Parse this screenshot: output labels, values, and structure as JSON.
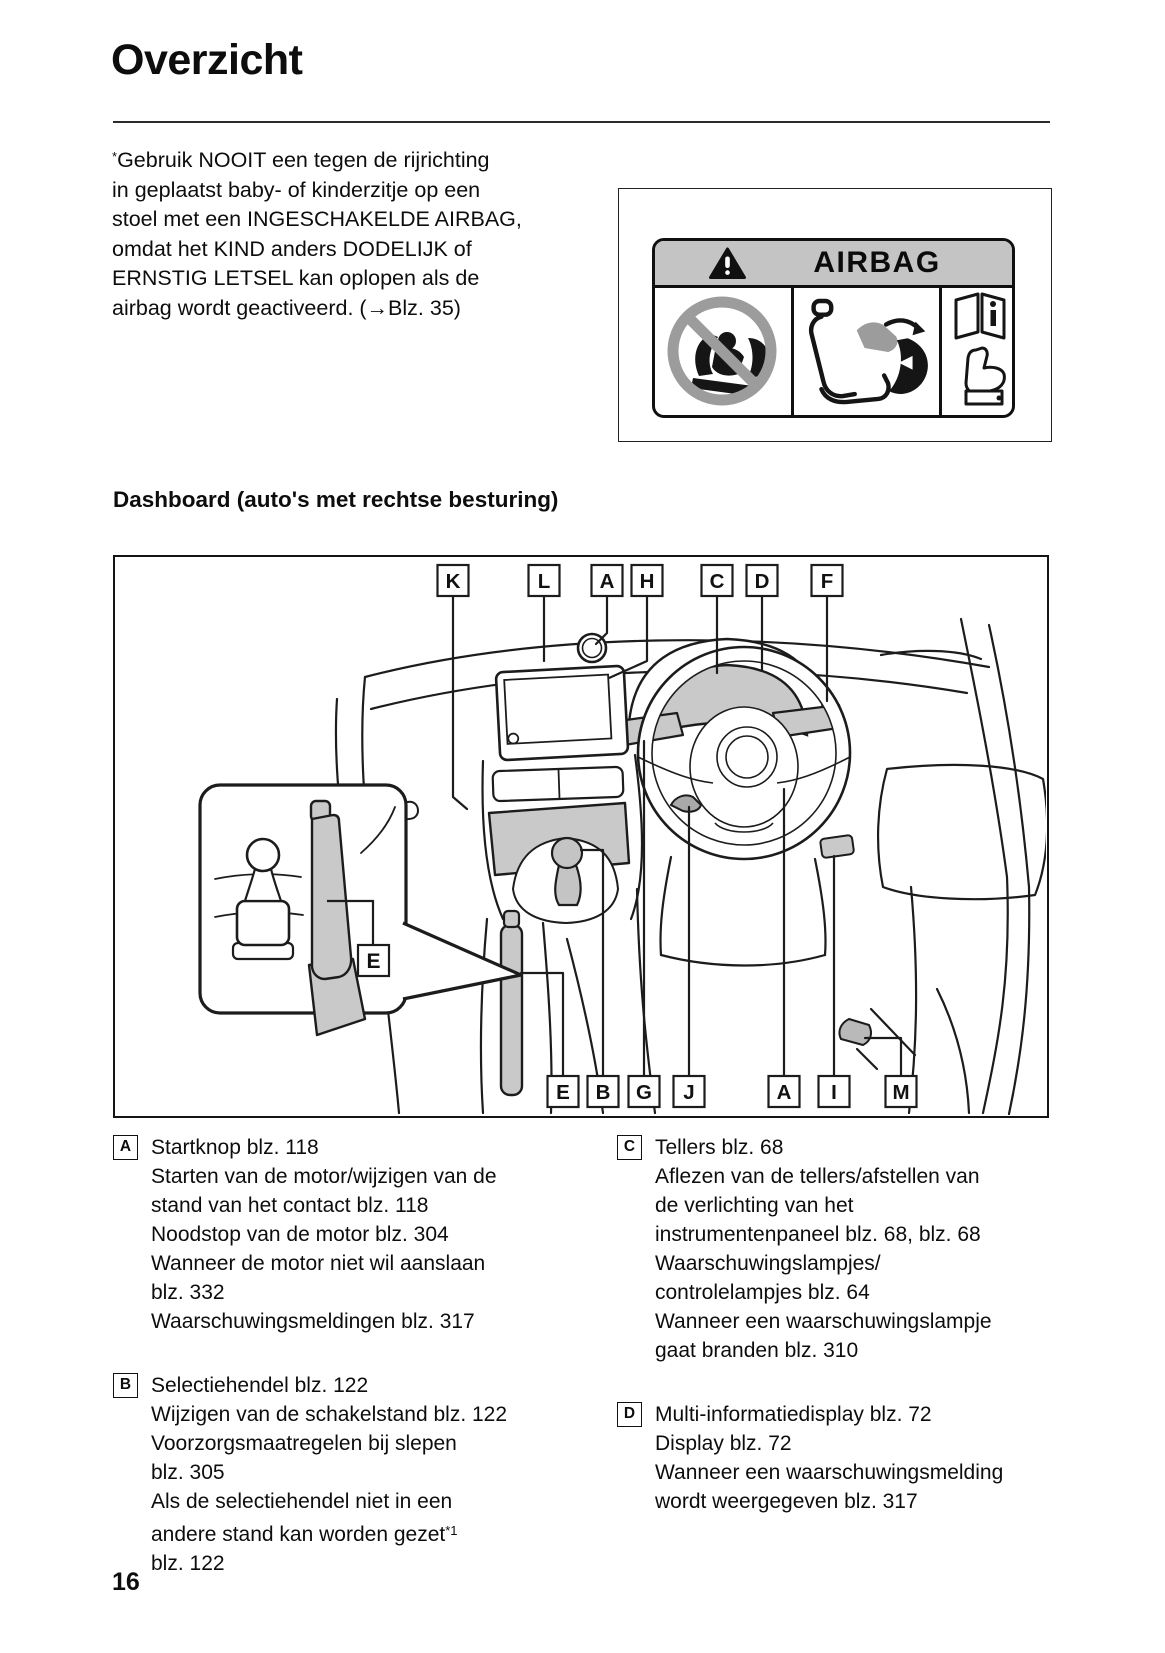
{
  "page": {
    "title": "Overzicht",
    "page_number": "16"
  },
  "intro": {
    "marker": "*",
    "lines": [
      "Gebruik NOOIT een tegen de rijrichting",
      "in geplaatst baby- of kinderzitje op een",
      "stoel met een INGESCHAKELDE AIRBAG,",
      "omdat het KIND anders DODELIJK of",
      "ERNSTIG LETSEL kan oplopen als de",
      "airbag wordt geactiveerd. (→Blz. 35)"
    ]
  },
  "airbag_label": {
    "title": "AIRBAG",
    "icons": [
      "warning-triangle-icon",
      "no-rear-facing-child-seat-icon",
      "child-seat-away-from-airbag-icon",
      "read-owners-manual-icon"
    ]
  },
  "section_heading": "Dashboard (auto's met rechtse besturing)",
  "diagram": {
    "top_labels": [
      "K",
      "L",
      "A",
      "H",
      "C",
      "D",
      "F"
    ],
    "bottom_labels": [
      "E",
      "B",
      "G",
      "J",
      "A",
      "I",
      "M"
    ],
    "inset_label": "E"
  },
  "legend": {
    "left": [
      {
        "key": "A",
        "title": "Startknop blz. 118",
        "lines": [
          "Starten van de motor/wijzigen van de",
          "stand van het contact blz. 118",
          "Noodstop van de motor blz. 304",
          "Wanneer de motor niet wil aanslaan",
          "blz. 332",
          "Waarschuwingsmeldingen blz. 317"
        ]
      },
      {
        "key": "B",
        "title": "Selectiehendel blz. 122",
        "lines": [
          "Wijzigen van de schakelstand blz. 122",
          "Voorzorgsmaatregelen bij slepen",
          "blz. 305",
          "Als de selectiehendel niet in een"
        ],
        "sup_line": {
          "pre": "andere stand kan worden gezet",
          "sup": "*1"
        },
        "lines_after": [
          "blz. 122"
        ]
      }
    ],
    "right": [
      {
        "key": "C",
        "title": "Tellers blz. 68",
        "lines": [
          "Aflezen van de tellers/afstellen van",
          "de verlichting van het",
          "instrumentenpaneel blz. 68, blz. 68",
          "Waarschuwingslampjes/",
          "controlelampjes blz. 64",
          "Wanneer een waarschuwingslampje",
          "gaat branden blz. 310"
        ]
      },
      {
        "key": "D",
        "title": "Multi-informatiedisplay blz. 72",
        "lines": [
          "Display blz. 72",
          "Wanneer een waarschuwingsmelding",
          "wordt weergegeven blz. 317"
        ]
      }
    ]
  }
}
